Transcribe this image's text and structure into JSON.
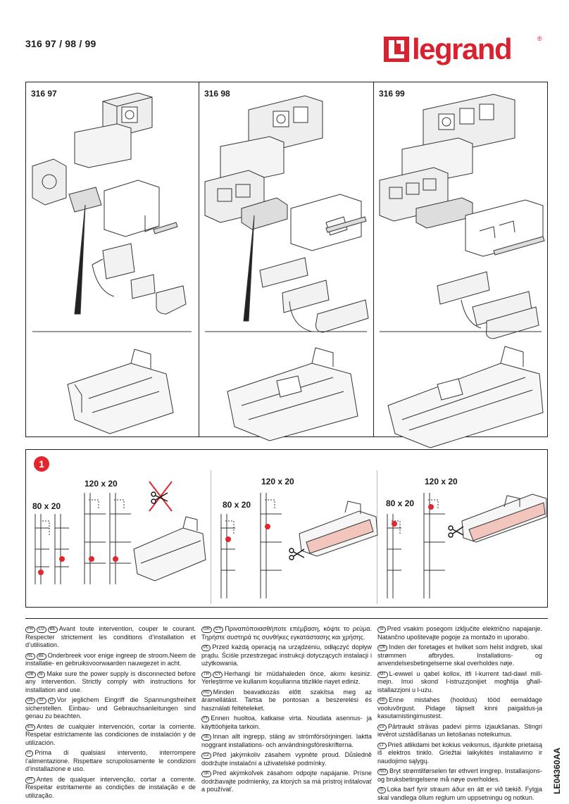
{
  "header": {
    "reference": "316 97 / 98 / 99",
    "brand": "legrand",
    "registered": "®"
  },
  "top_panels": [
    {
      "label": "316 97"
    },
    {
      "label": "316 98"
    },
    {
      "label": "316 99"
    }
  ],
  "step": {
    "number": "1",
    "panels": [
      {
        "dim_small": "80 x 20",
        "dim_large": "120 x 20"
      },
      {
        "dim_small": "80 x 20",
        "dim_large": "120 x 20"
      },
      {
        "dim_small": "80 x 20",
        "dim_large": "120 x 20"
      }
    ]
  },
  "doc_code": "LE04360AA",
  "colors": {
    "brand_red": "#d9212f",
    "marker_red": "#e0272f",
    "highlight_pink": "#f2c6bd"
  },
  "icons": [
    "legrand-logo-icon",
    "scissors-icon",
    "crossed-out-icon",
    "marker-dot-icon"
  ],
  "instructions": {
    "col1": [
      {
        "codes": [
          "FR",
          "LU",
          "BE"
        ],
        "text": "Avant toute intervention, couper le courant. Respecter strictement les conditions d’installation et d’utilisation."
      },
      {
        "codes": [
          "NL",
          "BE"
        ],
        "text": "Onderbreek voor enige ingreep de stroom.Neem de installatie- en gebruiksvoorwaarden nauwgezet in acht."
      },
      {
        "codes": [
          "GB",
          "IE"
        ],
        "text": "Make sure the power supply is disconnected before any intervention. Strictly comply with instructions for installation and use."
      },
      {
        "codes": [
          "DE",
          "AT",
          "LI"
        ],
        "text": "Vor jeglichem Eingriff die Spannungsfreiheit sicherstellen. Einbau- und Gebrauchsanleitungen sind genau zu beachten."
      },
      {
        "codes": [
          "ES"
        ],
        "text": "Antes de cualquier intervención, cortar la corriente. Respetar estrictamente las condiciones de instalación y de utilización."
      },
      {
        "codes": [
          "IT"
        ],
        "text": "Prima di qualsiasi intervento, interrompere l’alimentazione. Rispettare scrupolosamente le condizioni d’installazione e uso."
      },
      {
        "codes": [
          "PT"
        ],
        "text": "Antes de qualquer intervenção, cortar a corrente. Respeitar estritamente as condições de instalação e de utilização."
      }
    ],
    "col2": [
      {
        "codes": [
          "GR",
          "CY"
        ],
        "text": "Πριναπόποιασθήποτε επέμβαση, κόψτε το ρεύμα. Τηρήστε αυστηρά τις συνθήκες εγκατάστασης και χρήσης."
      },
      {
        "codes": [
          "PL"
        ],
        "text": "Przed każdą operacją na urządzeniu, odłączyć dopływ prądu. Ściśle przestrzegać instrukcji dotyczących instalacji i użytkowania."
      },
      {
        "codes": [
          "TR",
          "CY"
        ],
        "text": "Herhangi bir müdahaleden önce, akımı kesiniz. Yerleştirme ve kullanım koşullarına titizlikle riayet ediniz."
      },
      {
        "codes": [
          "HU"
        ],
        "text": "Minden beavatkozás előtt szakítsa meg az áramellátást. Tartsa be pontosan a beszerelési és használati feltételeket."
      },
      {
        "codes": [
          "FI"
        ],
        "text": "Ennen huoltoa, katkaise virta. Noudata asennus- ja käyttöohjeita tarkoin."
      },
      {
        "codes": [
          "SE"
        ],
        "text": "Innan allt ingrepp, stäng av strömförsörjningen. Iaktta noggrant installations- och användningsföreskrifterna."
      },
      {
        "codes": [
          "CZ"
        ],
        "text": "Před jakýmkoliv zásahem vypněte proud. Důsledně dodržujte instalační a uživatelské podmínky."
      },
      {
        "codes": [
          "SK"
        ],
        "text": "Pred akýmkoľvek zásahom odpojte napájanie. Prísne dodržiavajte podmienky, za ktorých sa má prístroj inštalovať a používať."
      }
    ],
    "col3": [
      {
        "codes": [
          "SI"
        ],
        "text": "Pred vsakim posegom izključite električno napajanje. Natančno upoštevajte pogoje za montažo in uporabo."
      },
      {
        "codes": [
          "DK"
        ],
        "text": "Inden der foretages et hvilket som helst indgreb, skal strømmen afbrydes. Installations- og anvendelsesbetingelserne skal overholdes nøje."
      },
      {
        "codes": [
          "MT"
        ],
        "text": "L-ewwel u qabel kollox, itfi l-kurrent tad-dawl mill-mejn. Imxi skond l-istruzzjonijiet mogħtija għall-istallazzjoni u l-użu."
      },
      {
        "codes": [
          "EE"
        ],
        "text": "Enne mistahes (hooldus) tööd eemaldage vooluvõrgust. Pidage täpselt kinni paigaldus-ja kasutamistingimustest."
      },
      {
        "codes": [
          "LV"
        ],
        "text": "Pārtraukt strāvas padevi pirms izjaukšanas. Stingri ievērot uzstādīšanas un lietošanas noteikumus."
      },
      {
        "codes": [
          "LT"
        ],
        "text": "Prieš atlikdami bet kokius veiksmus, išjunkite prietaisą iš elektros tinklo. Griežtai laikykitės instaliavimo ir naudojimo sąlygų."
      },
      {
        "codes": [
          "NO"
        ],
        "text": "Bryt strømtilførselen før ethvert inngrep. Installasjons- og bruksbetingelsene må nøye overholdes."
      },
      {
        "codes": [
          "IS"
        ],
        "text": "Loka barf fyrir straum áður en átt er við tækið. Fylgja skal vandlega öllum reglum um uppsetningu og notkun."
      }
    ]
  }
}
